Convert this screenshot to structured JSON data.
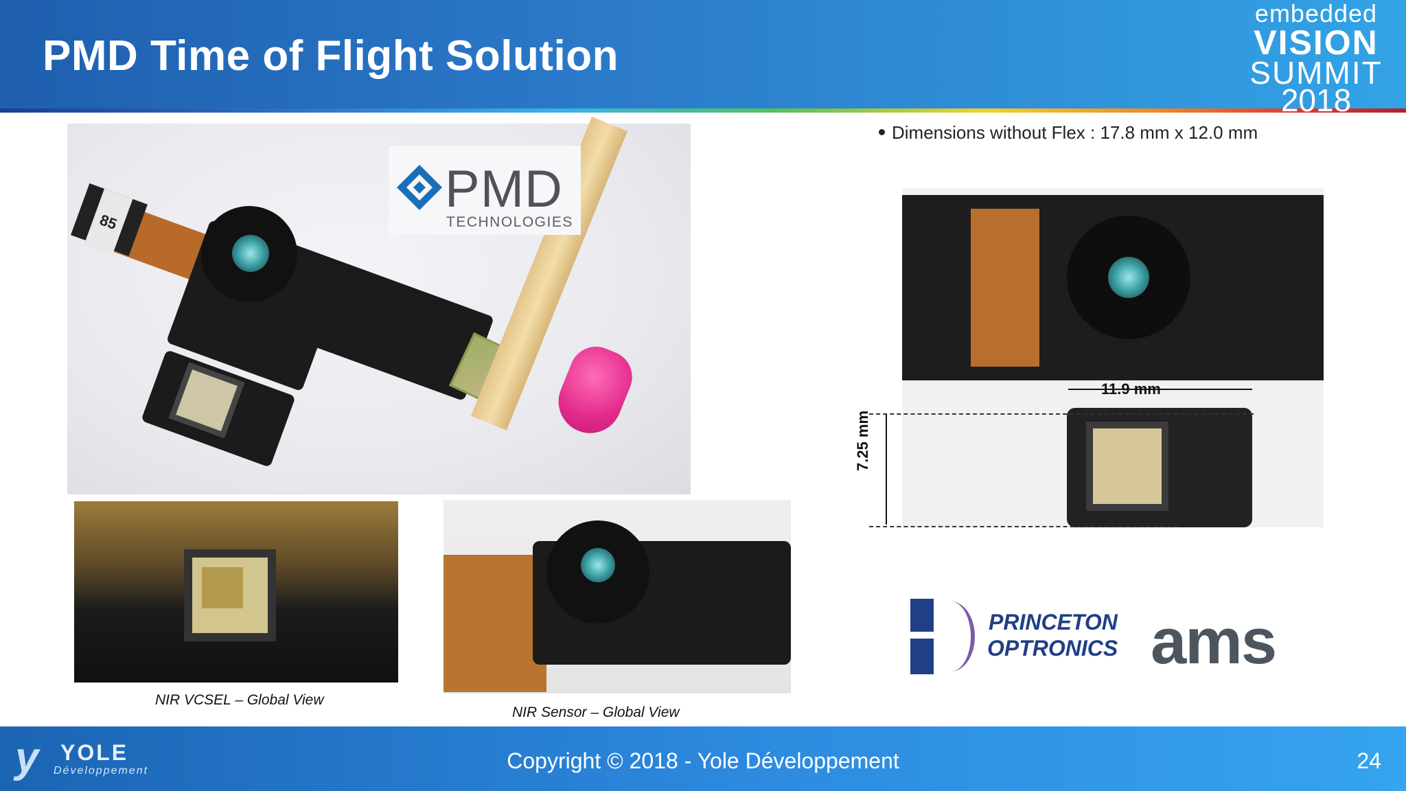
{
  "slide": {
    "title": "PMD Time of Flight Solution",
    "page_number": "24"
  },
  "event_logo": {
    "line1": "embedded",
    "line2": "VISION",
    "line3": "SUMMIT",
    "line4": "2018"
  },
  "main_photo": {
    "pmd_logo_word": "PMD",
    "pmd_logo_sub": "TECHNOLOGIES",
    "module_label": "85"
  },
  "bottom_photos": {
    "vcsel_caption": "NIR VCSEL – Global View",
    "sensor_caption": "NIR Sensor – Global View"
  },
  "right_panel": {
    "bullet": "Dimensions without Flex : 17.8 mm x 12.0 mm",
    "width_dim": "11.9 mm",
    "height_dim": "7.25 mm"
  },
  "partners": {
    "princeton_line1": "PRINCETON",
    "princeton_line2": "OPTRONICS",
    "ams": "ams"
  },
  "footer": {
    "copyright": "Copyright © 2018 - Yole Développement",
    "yole_name": "YOLE",
    "yole_sub": "Développement"
  },
  "colors": {
    "header_blue": "#1e5fae",
    "footer_blue": "#2d8be0",
    "princeton_blue": "#1f3f86",
    "ams_gray": "#4d565f",
    "match_pink": "#e32b8c"
  }
}
